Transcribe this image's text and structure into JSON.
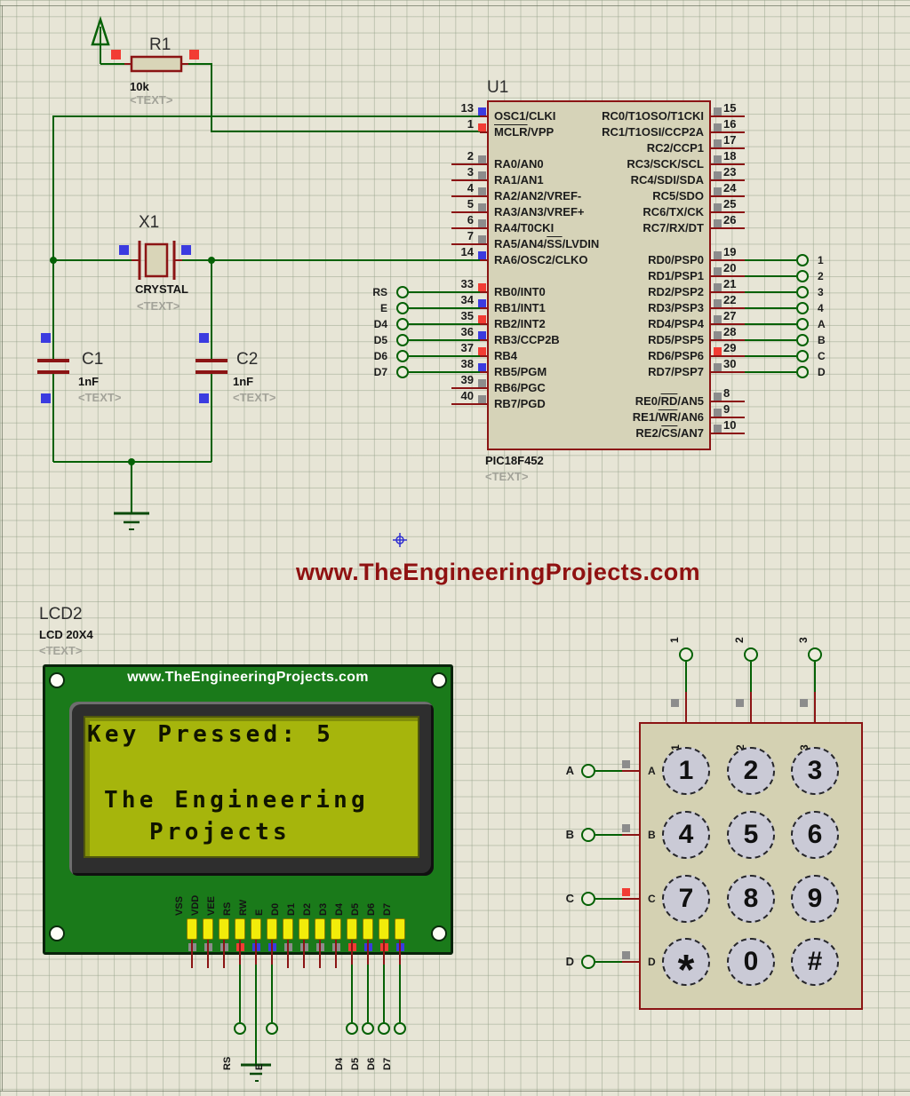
{
  "colors": {
    "wire_green": "#056105",
    "wire_red": "#8b1414",
    "indicators": {
      "gray": "#8c8c8c",
      "red": "#f23c34",
      "blue": "#3b3be0"
    },
    "lcd_board_green": "#1a7a1a",
    "lcd_screen": "#a6b50c",
    "pad_yellow": "#f2ec0a",
    "watermark_red": "#8f1111"
  },
  "watermark": "www.TheEngineeringProjects.com",
  "components": {
    "r1": {
      "ref": "R1",
      "value": "10k",
      "placeholder": "<TEXT>"
    },
    "x1": {
      "ref": "X1",
      "value": "CRYSTAL",
      "placeholder": "<TEXT>"
    },
    "c1": {
      "ref": "C1",
      "value": "1nF",
      "placeholder": "<TEXT>"
    },
    "c2": {
      "ref": "C2",
      "value": "1nF",
      "placeholder": "<TEXT>"
    },
    "u1": {
      "ref": "U1",
      "part": "PIC18F452",
      "placeholder": "<TEXT>",
      "left_pins": [
        {
          "num": "13",
          "name": "OSC1/CLKI",
          "indicator": "blue",
          "wired": true
        },
        {
          "num": "1",
          "name": "~MCLR~/VPP",
          "indicator": "red",
          "wired": true
        },
        {
          "num": "2",
          "name": "RA0/AN0",
          "indicator": "gray"
        },
        {
          "num": "3",
          "name": "RA1/AN1",
          "indicator": "gray"
        },
        {
          "num": "4",
          "name": "RA2/AN2/VREF-",
          "indicator": "gray"
        },
        {
          "num": "5",
          "name": "RA3/AN3/VREF+",
          "indicator": "gray"
        },
        {
          "num": "6",
          "name": "RA4/T0CKI",
          "indicator": "gray"
        },
        {
          "num": "7",
          "name": "RA5/AN4/~SS~/LVDIN",
          "indicator": "gray"
        },
        {
          "num": "14",
          "name": "RA6/OSC2/CLKO",
          "indicator": "blue",
          "wired": true
        },
        {
          "num": "33",
          "name": "RB0/INT0",
          "indicator": "red",
          "terminal": "RS"
        },
        {
          "num": "34",
          "name": "RB1/INT1",
          "indicator": "blue",
          "terminal": "E"
        },
        {
          "num": "35",
          "name": "RB2/INT2",
          "indicator": "red",
          "terminal": "D4"
        },
        {
          "num": "36",
          "name": "RB3/CCP2B",
          "indicator": "blue",
          "terminal": "D5"
        },
        {
          "num": "37",
          "name": "RB4",
          "indicator": "red",
          "terminal": "D6"
        },
        {
          "num": "38",
          "name": "RB5/PGM",
          "indicator": "blue",
          "terminal": "D7"
        },
        {
          "num": "39",
          "name": "RB6/PGC",
          "indicator": "gray"
        },
        {
          "num": "40",
          "name": "RB7/PGD",
          "indicator": "gray"
        }
      ],
      "right_pins": [
        {
          "num": "15",
          "name": "RC0/T1OSO/T1CKI",
          "indicator": "gray"
        },
        {
          "num": "16",
          "name": "RC1/T1OSI/CCP2A",
          "indicator": "gray"
        },
        {
          "num": "17",
          "name": "RC2/CCP1",
          "indicator": "gray"
        },
        {
          "num": "18",
          "name": "RC3/SCK/SCL",
          "indicator": "gray"
        },
        {
          "num": "23",
          "name": "RC4/SDI/SDA",
          "indicator": "gray"
        },
        {
          "num": "24",
          "name": "RC5/SDO",
          "indicator": "gray"
        },
        {
          "num": "25",
          "name": "RC6/TX/CK",
          "indicator": "gray"
        },
        {
          "num": "26",
          "name": "RC7/RX/DT",
          "indicator": "gray"
        },
        {
          "num": "19",
          "name": "RD0/PSP0",
          "indicator": "gray",
          "terminal": "1"
        },
        {
          "num": "20",
          "name": "RD1/PSP1",
          "indicator": "gray",
          "terminal": "2"
        },
        {
          "num": "21",
          "name": "RD2/PSP2",
          "indicator": "gray",
          "terminal": "3"
        },
        {
          "num": "22",
          "name": "RD3/PSP3",
          "indicator": "gray",
          "terminal": "4"
        },
        {
          "num": "27",
          "name": "RD4/PSP4",
          "indicator": "gray",
          "terminal": "A"
        },
        {
          "num": "28",
          "name": "RD5/PSP5",
          "indicator": "gray",
          "terminal": "B"
        },
        {
          "num": "29",
          "name": "RD6/PSP6",
          "indicator": "red",
          "terminal": "C"
        },
        {
          "num": "30",
          "name": "RD7/PSP7",
          "indicator": "gray",
          "terminal": "D"
        },
        {
          "num": "8",
          "name": "RE0/~RD~/AN5",
          "indicator": "gray"
        },
        {
          "num": "9",
          "name": "RE1/~WR~/AN6",
          "indicator": "gray"
        },
        {
          "num": "10",
          "name": "RE2/~CS~/AN7",
          "indicator": "gray"
        }
      ]
    },
    "lcd": {
      "ref": "LCD2",
      "part": "LCD 20X4",
      "placeholder": "<TEXT>",
      "header": "www.TheEngineeringProjects.com",
      "screen_lines": [
        "Key Pressed: 5",
        "",
        "The Engineering",
        "Projects"
      ],
      "pads": [
        {
          "name": "VSS",
          "indicator": "gray",
          "wire": "stub"
        },
        {
          "name": "VDD",
          "indicator": "gray",
          "wire": "stub"
        },
        {
          "name": "VEE",
          "indicator": "gray",
          "wire": "stub"
        },
        {
          "name": "RS",
          "indicator": "red",
          "wire": "terminal",
          "terminal": "RS"
        },
        {
          "name": "RW",
          "indicator": "blue",
          "wire": "ground"
        },
        {
          "name": "E",
          "indicator": "blue",
          "wire": "terminal",
          "terminal": "E"
        },
        {
          "name": "D0",
          "indicator": "gray",
          "wire": "stub"
        },
        {
          "name": "D1",
          "indicator": "gray",
          "wire": "stub"
        },
        {
          "name": "D2",
          "indicator": "gray",
          "wire": "stub"
        },
        {
          "name": "D3",
          "indicator": "gray",
          "wire": "stub"
        },
        {
          "name": "D4",
          "indicator": "red",
          "wire": "terminal",
          "terminal": "D4"
        },
        {
          "name": "D5",
          "indicator": "blue",
          "wire": "terminal",
          "terminal": "D5"
        },
        {
          "name": "D6",
          "indicator": "red",
          "wire": "terminal",
          "terminal": "D6"
        },
        {
          "name": "D7",
          "indicator": "blue",
          "wire": "terminal",
          "terminal": "D7"
        }
      ]
    },
    "keypad": {
      "columns": [
        "1",
        "2",
        "3"
      ],
      "rows": [
        "A",
        "B",
        "C",
        "D"
      ],
      "col_indicators": [
        "gray",
        "gray",
        "gray"
      ],
      "row_indicators": [
        "gray",
        "gray",
        "red",
        "gray"
      ],
      "keys": [
        [
          "1",
          "2",
          "3"
        ],
        [
          "4",
          "5",
          "6"
        ],
        [
          "7",
          "8",
          "9"
        ],
        [
          "*",
          "0",
          "#"
        ]
      ]
    }
  }
}
